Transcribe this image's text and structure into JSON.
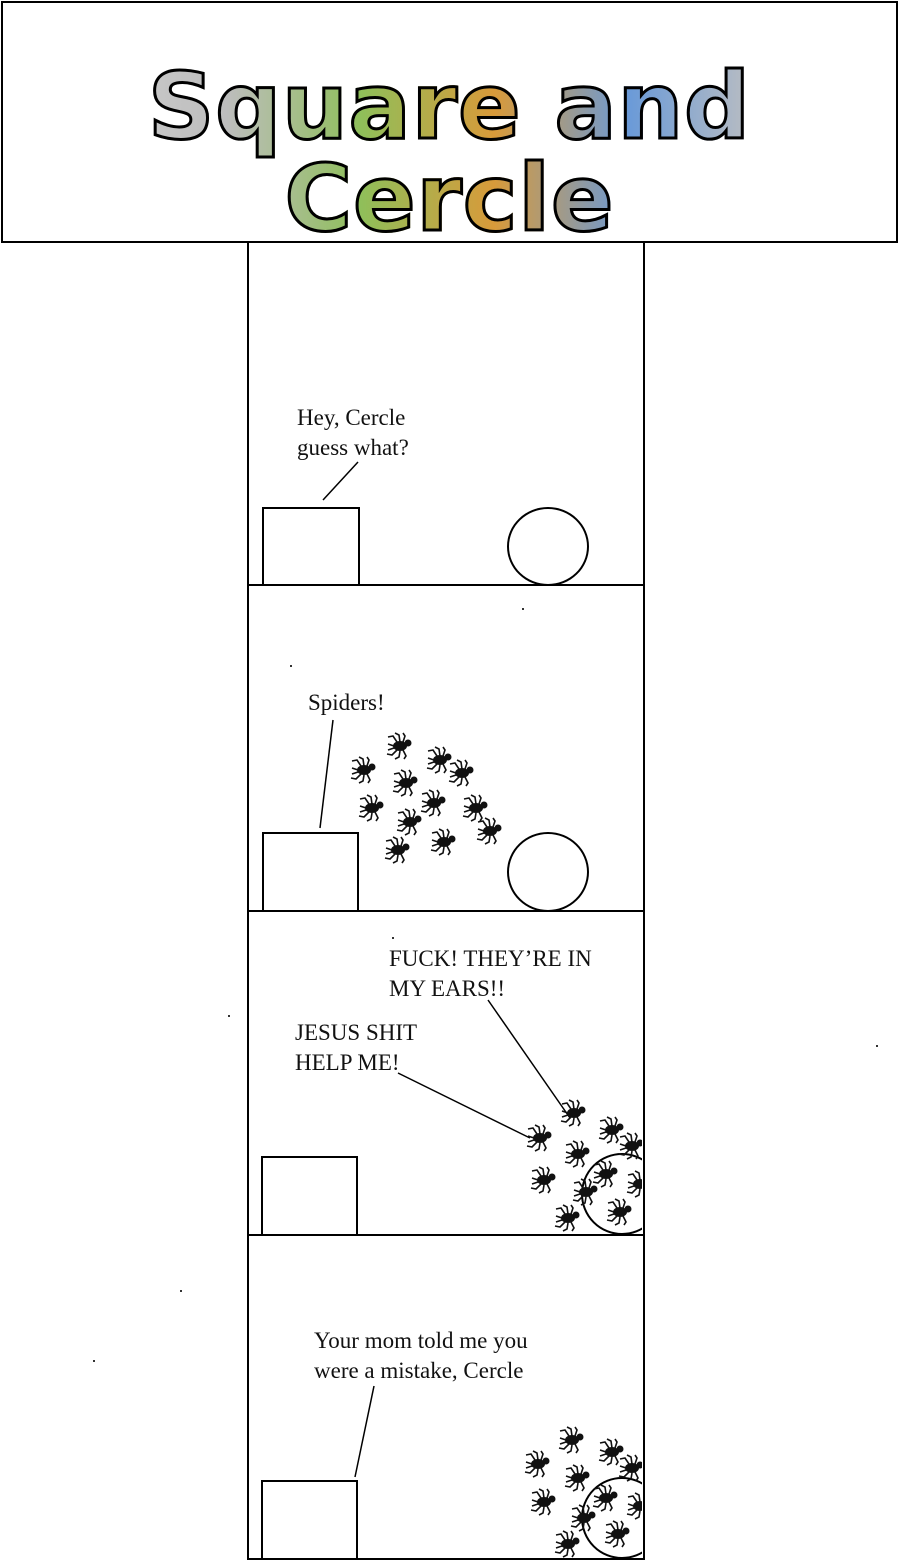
{
  "title": "Square and Cercle",
  "panels": [
    {
      "speech": [
        "Hey, Cercle",
        "guess what?"
      ]
    },
    {
      "speech": [
        "Spiders!"
      ]
    },
    {
      "speech_top": [
        "FUCK! THEY’RE IN",
        "MY EARS!!"
      ],
      "speech_bottom": [
        "JESUS SHIT",
        "HELP ME!"
      ]
    },
    {
      "speech": [
        "Your mom told me you",
        "were a mistake, Cercle"
      ]
    }
  ]
}
